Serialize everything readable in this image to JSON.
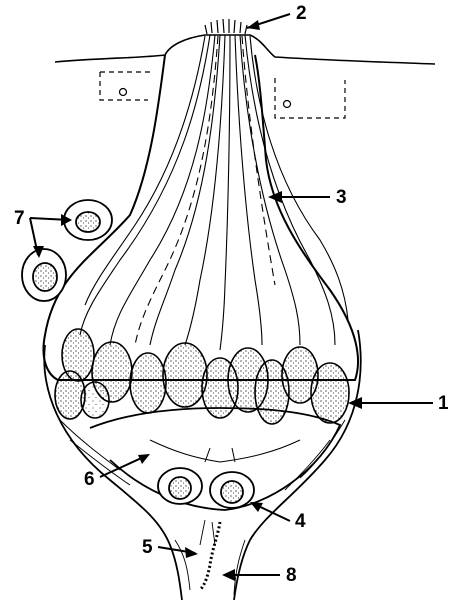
{
  "labels": {
    "l1": "1",
    "l2": "2",
    "l3": "3",
    "l4": "4",
    "l5": "5",
    "l6": "6",
    "l7": "7",
    "l8": "8"
  },
  "colors": {
    "ink": "#000000",
    "paper": "#ffffff"
  }
}
